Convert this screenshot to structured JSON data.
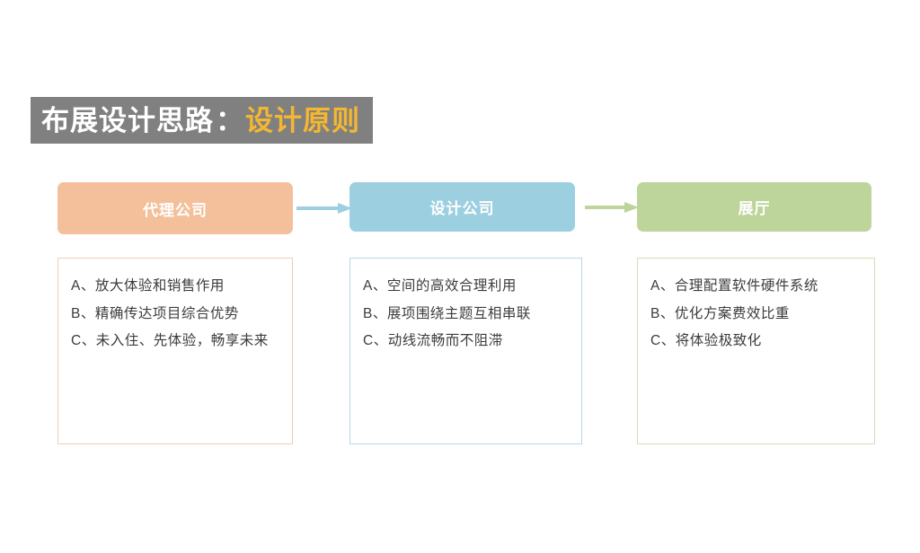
{
  "title": {
    "main": "布展设计思路",
    "separator": "：",
    "accent": "设计原则"
  },
  "colors": {
    "title_bg": "#808080",
    "title_text": "#ffffff",
    "title_accent": "#f5b731",
    "col1_header": "#f3c09b",
    "col1_border": "#f0cdb3",
    "col2_header": "#9ccfe0",
    "col2_border": "#b3d8e8",
    "col3_header": "#bdd49a",
    "col3_border": "#cfe0b4",
    "arrow1": "#9ccfe0",
    "arrow2": "#bdd49a",
    "body_text": "#3c3c3c"
  },
  "columns": [
    {
      "header": "代理公司",
      "items": [
        "A、放大体验和销售作用",
        "B、精确传达项目综合优势",
        "C、未入住、先体验，畅享未来"
      ]
    },
    {
      "header": "设计公司",
      "items": [
        "A、空间的高效合理利用",
        "B、展项围绕主题互相串联",
        "C、动线流畅而不阻滞"
      ]
    },
    {
      "header": "展厅",
      "items": [
        "A、合理配置软件硬件系统",
        "B、优化方案费效比重",
        "C、将体验极致化"
      ]
    }
  ],
  "arrows": [
    {
      "name": "arrow-col1-to-col2"
    },
    {
      "name": "arrow-col2-to-col3"
    }
  ]
}
